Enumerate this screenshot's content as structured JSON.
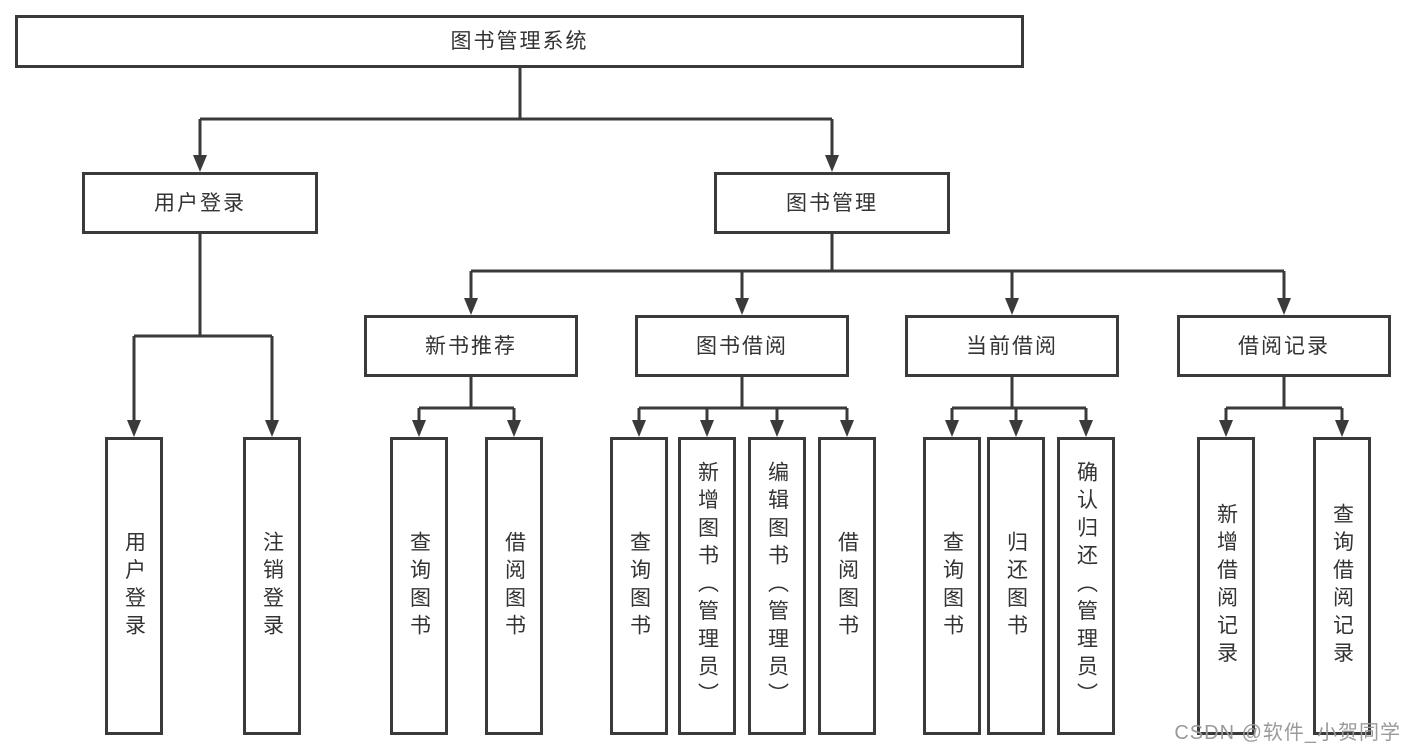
{
  "tree": {
    "label": "图书管理系统",
    "children": [
      {
        "label": "用户登录",
        "children": [
          {
            "label": "用户登录"
          },
          {
            "label": "注销登录"
          }
        ]
      },
      {
        "label": "图书管理",
        "children": [
          {
            "label": "新书推荐",
            "children": [
              {
                "label": "查询图书"
              },
              {
                "label": "借阅图书"
              }
            ]
          },
          {
            "label": "图书借阅",
            "children": [
              {
                "label": "查询图书"
              },
              {
                "label": "新增图书（管理员）"
              },
              {
                "label": "编辑图书（管理员）"
              },
              {
                "label": "借阅图书"
              }
            ]
          },
          {
            "label": "当前借阅",
            "children": [
              {
                "label": "查询图书"
              },
              {
                "label": "归还图书"
              },
              {
                "label": "确认归还（管理员）"
              }
            ]
          },
          {
            "label": "借阅记录",
            "children": [
              {
                "label": "新增借阅记录"
              },
              {
                "label": "查询借阅记录"
              }
            ]
          }
        ]
      }
    ]
  },
  "watermark": "CSDN @软件_小贺同学",
  "colors": {
    "line": "#3a3a3a",
    "box_border": "#3a3a3a",
    "box_background": "#ffffff",
    "text": "#333333",
    "watermark": "#9a9a9a"
  }
}
